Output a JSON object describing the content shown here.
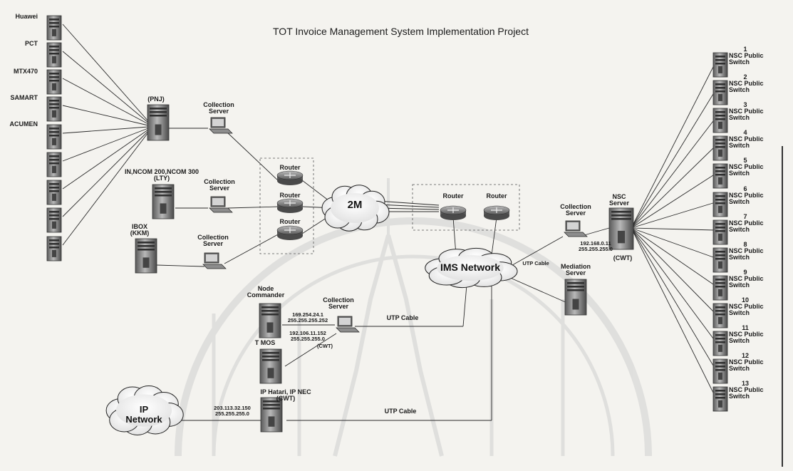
{
  "title": "TOT Invoice Management System Implementation Project",
  "left_switches": [
    "Huawei",
    "PCT",
    "MTX470",
    "SAMART",
    "ACUMEN",
    "",
    "",
    "",
    ""
  ],
  "nodes": {
    "pnj": "(PNJ)",
    "lty": "IN,NCOM 200,NCOM 300\n(LTY)",
    "ibox": "IBOX\n(KKM)",
    "collection1": "Collection\nServer",
    "collection2": "Collection\nServer",
    "collection3": "Collection\nServer",
    "router1": "Router",
    "router2": "Router",
    "router3": "Router",
    "router4": "Router",
    "router5": "Router",
    "cloud_2m": "2M",
    "ims": "IMS Network",
    "ip_network": "IP\nNetwork",
    "node_commander": "Node\nCommander",
    "tmos": "T MOS",
    "collection_cwt": "Collection\nServer",
    "ip_hatari": "IP Hatari, IP NEC\n(CWT)",
    "collection_right": "Collection\nServer",
    "nsc_server": "NSC\nServer",
    "nsc_cwt": "(CWT)",
    "mediation": "Mediation\nServer"
  },
  "ips": {
    "cwt_top": "169.254.24.1\n255.255.255.252",
    "cwt_bottom": "192.106.11.152\n255.255.255.0",
    "cwt_tag": "(CWT)",
    "hatari": "203.113.32.150\n255.255.255.0",
    "nsc_collection": "192.168.0.11\n255.255.255.0"
  },
  "cables": {
    "utp1": "UTP Cable",
    "utp2": "UTP Cable",
    "utp3": "UTP Cable"
  },
  "nsc_switches": [
    {
      "num": "1",
      "label": "NSC Public\nSwitch"
    },
    {
      "num": "2",
      "label": "NSC Public\nSwitch"
    },
    {
      "num": "3",
      "label": "NSC Public\nSwitch"
    },
    {
      "num": "4",
      "label": "NSC Public\nSwitch"
    },
    {
      "num": "5",
      "label": "NSC Public\nSwitch"
    },
    {
      "num": "6",
      "label": "NSC Public\nSwitch"
    },
    {
      "num": "7",
      "label": "NSC Public\nSwitch"
    },
    {
      "num": "8",
      "label": "NSC Public\nSwitch"
    },
    {
      "num": "9",
      "label": "NSC Public\nSwitch"
    },
    {
      "num": "10",
      "label": "NSC Public\nSwitch"
    },
    {
      "num": "11",
      "label": "NSC Public\nSwitch"
    },
    {
      "num": "12",
      "label": "NSC Public\nSwitch"
    },
    {
      "num": "13",
      "label": "NSC Public\nSwitch"
    }
  ],
  "colors": {
    "background": "#f4f3ef",
    "line": "#2a2a2a",
    "device": "#8a8a8a",
    "watermark": "#cfcfcf"
  }
}
